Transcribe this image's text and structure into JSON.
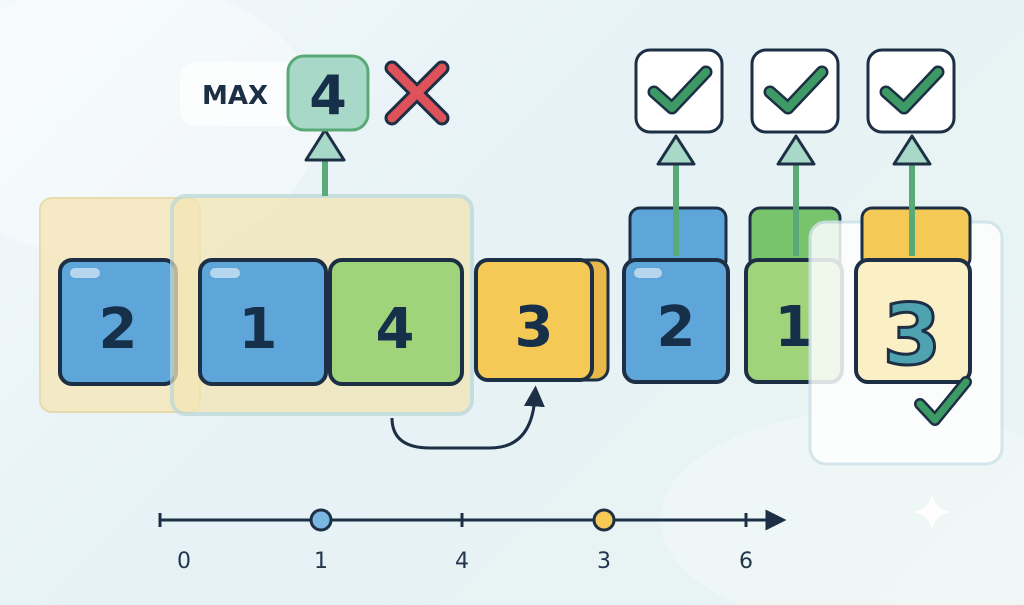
{
  "max_badge": {
    "label": "MAX",
    "value": "4"
  },
  "tiles": [
    "2",
    "1",
    "4",
    "3",
    "2",
    "1",
    "3"
  ],
  "axis_ticks": [
    "0",
    "1",
    "4",
    "3",
    "6"
  ],
  "colors": {
    "blue": "#5ea5da",
    "green": "#9fd47a",
    "yellow": "#f5c955",
    "outline": "#1c2f45",
    "check": "#3e9a64",
    "cross": "#e0525a",
    "window": "#f6e7b8"
  },
  "icons": [
    "cross-icon",
    "check-icon",
    "up-arrow-icon",
    "curved-arrow-icon",
    "sparkle-icon"
  ]
}
